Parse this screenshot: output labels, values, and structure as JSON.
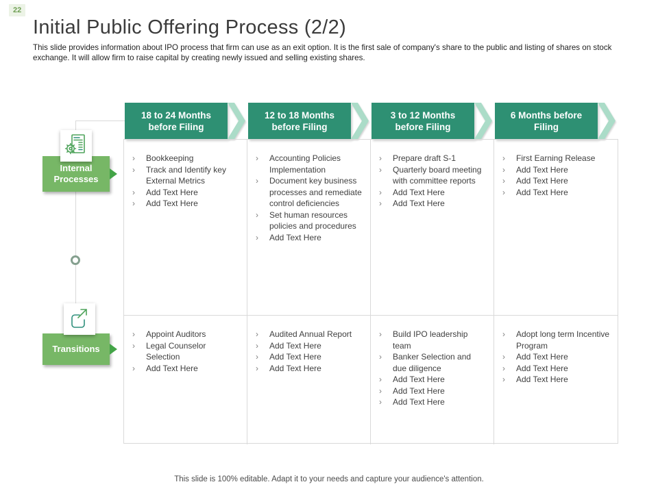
{
  "slide": {
    "page_number": "22",
    "title": "Initial Public Offering Process (2/2)",
    "subtitle": "This slide provides information about IPO process that firm can use as an exit option. It is the first sale of company's share to the public and listing of shares on stock exchange. It will allow firm to raise capital by creating newly issued and selling existing shares.",
    "footer": "This slide is 100% editable. Adapt it to your needs and capture your audience's attention."
  },
  "bullet_char": "›",
  "colors": {
    "header_green": "#2E9073",
    "chevron_mint": "#ABDCC8",
    "label_green": "#77B766",
    "arrow_green": "#43A447",
    "border_gray": "#D9D9D9",
    "text_dark": "#404040",
    "bullet_gray": "#7F7F7F",
    "icon_green": "#4FA35B",
    "icon_teal": "#2F8F7C"
  },
  "columns": [
    {
      "header": "18 to 24 Months before Filing"
    },
    {
      "header": "12 to 18 Months before Filing"
    },
    {
      "header": "3 to 12 Months before Filing"
    },
    {
      "header": "6 Months before Filing"
    }
  ],
  "rows": [
    {
      "label": "Internal Processes",
      "icon": "document-gear-icon",
      "cells": [
        [
          "Bookkeeping",
          "Track and Identify key External Metrics",
          "Add Text Here",
          "Add Text Here"
        ],
        [
          "Accounting Policies Implementation",
          "Document key business processes and remediate control deficiencies",
          "Set human resources policies and procedures",
          "Add Text Here"
        ],
        [
          "Prepare draft S-1",
          "Quarterly board meeting with committee reports",
          "Add Text Here",
          "Add Text Here"
        ],
        [
          "First Earning Release",
          "Add Text Here",
          "Add Text Here",
          "Add Text Here"
        ]
      ]
    },
    {
      "label": "Transitions",
      "icon": "external-link-icon",
      "cells": [
        [
          "Appoint Auditors",
          "Legal Counselor Selection",
          "Add Text Here"
        ],
        [
          "Audited Annual Report",
          "Add Text Here",
          "Add Text Here",
          "Add Text Here"
        ],
        [
          "Build IPO leadership team",
          "Banker Selection and due diligence",
          "Add Text Here",
          "Add Text Here",
          "Add Text Here"
        ],
        [
          "Adopt long term Incentive Program",
          "Add Text Here",
          "Add Text Here",
          "Add Text Here"
        ]
      ]
    }
  ]
}
